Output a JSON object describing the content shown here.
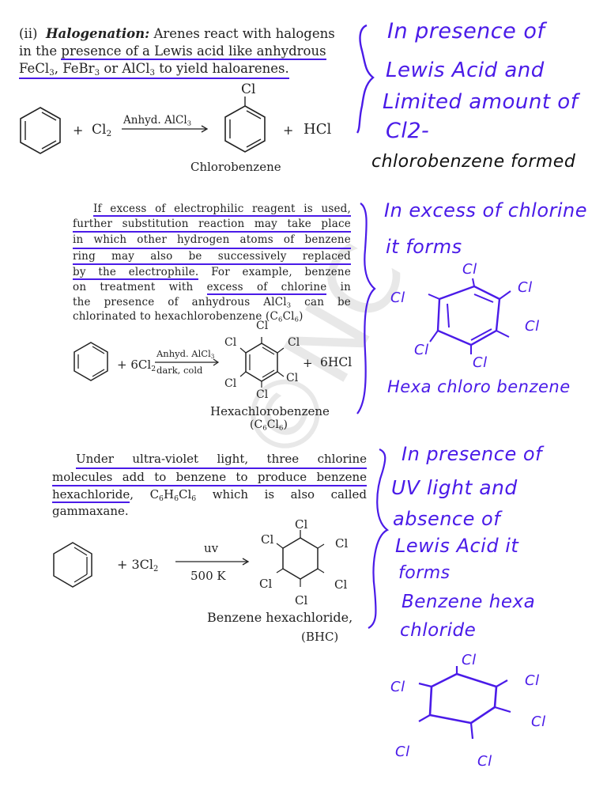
{
  "section1": {
    "label": "(ii)",
    "heading": "Halogenation:",
    "lines": [
      "Arenes react with halogens",
      "in the presence of a Lewis acid like anhydrous",
      "FeCl3, FeBr3 or AlCl3 to yield haloarenes."
    ],
    "reaction": {
      "reactant": "benzene",
      "plus1": "+",
      "reagent": "Cl",
      "reagent_sub": "2",
      "arrow_top": "Anhyd. AlCl",
      "arrow_top_sub": "3",
      "product_substituent": "Cl",
      "plus2": "+",
      "byproduct": "HCl",
      "product_name": "Chlorobenzene"
    },
    "note": {
      "lines": [
        "In presence of",
        "Lewis Acid and",
        "Limited amount of",
        "Cl2-"
      ],
      "conclusion": "chlorobenzene formed"
    }
  },
  "section2": {
    "lines": [
      "If excess of electrophilic reagent is used,",
      "further substitution reaction may take place",
      "in which other hydrogen atoms of benzene",
      "ring may also be successively replaced",
      "by the electrophile. For example, benzene",
      "on treatment with excess of chlorine in",
      "the presence of anhydrous AlCl3 can be",
      "chlorinated to hexachlorobenzene (C6Cl6)"
    ],
    "reaction": {
      "reactant": "benzene",
      "plus1": "+",
      "reagent": "6Cl",
      "reagent_sub": "2",
      "arrow_top": "Anhyd. AlCl",
      "arrow_top_sub": "3",
      "arrow_bottom": "dark, cold",
      "substituent": "Cl",
      "plus2": "+",
      "byproduct": "6HCl",
      "product_name": "Hexachlorobenzene",
      "product_formula": "(C6Cl6)"
    },
    "note": {
      "lines": [
        "In excess of chlorine",
        "it forms"
      ],
      "substituent": "Cl",
      "caption": "Hexa chloro benzene"
    }
  },
  "section3": {
    "lines": [
      "Under ultra-violet light, three chlorine",
      "molecules add to benzene to produce benzene",
      "hexachloride, C6H6Cl6 which is also called",
      "gammaxane."
    ],
    "reaction": {
      "reactant": "benzene",
      "plus1": "+",
      "reagent": "3Cl",
      "reagent_sub": "2",
      "arrow_top": "uv",
      "arrow_bottom": "500 K",
      "substituent": "Cl",
      "product_name": "Benzene hexachloride,",
      "product_abbr": "(BHC)"
    },
    "note": {
      "lines": [
        "In presence of",
        "UV light and",
        "absence of",
        "Lewis Acid it",
        "forms",
        "Benzene hexa",
        "chloride"
      ],
      "substituent": "Cl"
    }
  },
  "colors": {
    "ink": "#4a1be8",
    "text": "#222222",
    "background": "#ffffff"
  }
}
